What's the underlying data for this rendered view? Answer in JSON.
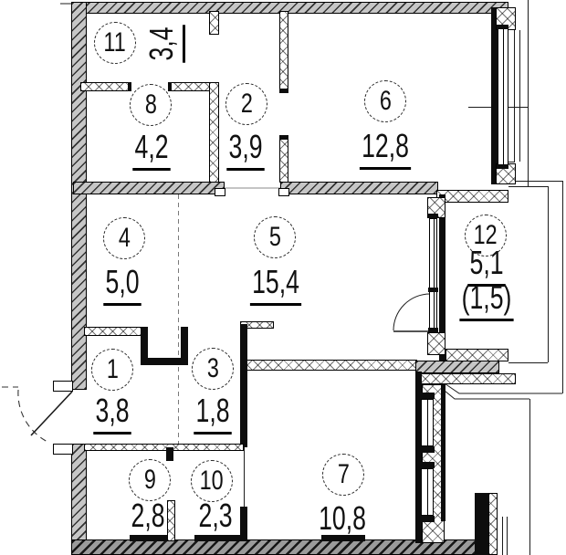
{
  "plan": {
    "background_color": "#ffffff",
    "line_color": "#111111",
    "wall_fill_color": "#c6c6c6",
    "rooms": [
      {
        "id": "11",
        "number": "11",
        "area": "3,4",
        "rotated": true,
        "underline": true
      },
      {
        "id": "8",
        "number": "8",
        "area": "4,2",
        "underline": true
      },
      {
        "id": "2",
        "number": "2",
        "area": "3,9",
        "underline": true
      },
      {
        "id": "6",
        "number": "6",
        "area": "12,8",
        "underline": true
      },
      {
        "id": "4",
        "number": "4",
        "area": "5,0",
        "underline": true
      },
      {
        "id": "5",
        "number": "5",
        "area": "15,4",
        "underline": true
      },
      {
        "id": "12",
        "number": "12",
        "area": "5,1",
        "area_secondary": "(1,5)",
        "underline": true
      },
      {
        "id": "1",
        "number": "1",
        "area": "3,8",
        "underline": true
      },
      {
        "id": "3",
        "number": "3",
        "area": "1,8",
        "underline": true
      },
      {
        "id": "9",
        "number": "9",
        "area": "2,8",
        "underline": false
      },
      {
        "id": "10",
        "number": "10",
        "area": "2,3",
        "underline": false
      },
      {
        "id": "7",
        "number": "7",
        "area": "10,8",
        "underline": false
      }
    ]
  }
}
